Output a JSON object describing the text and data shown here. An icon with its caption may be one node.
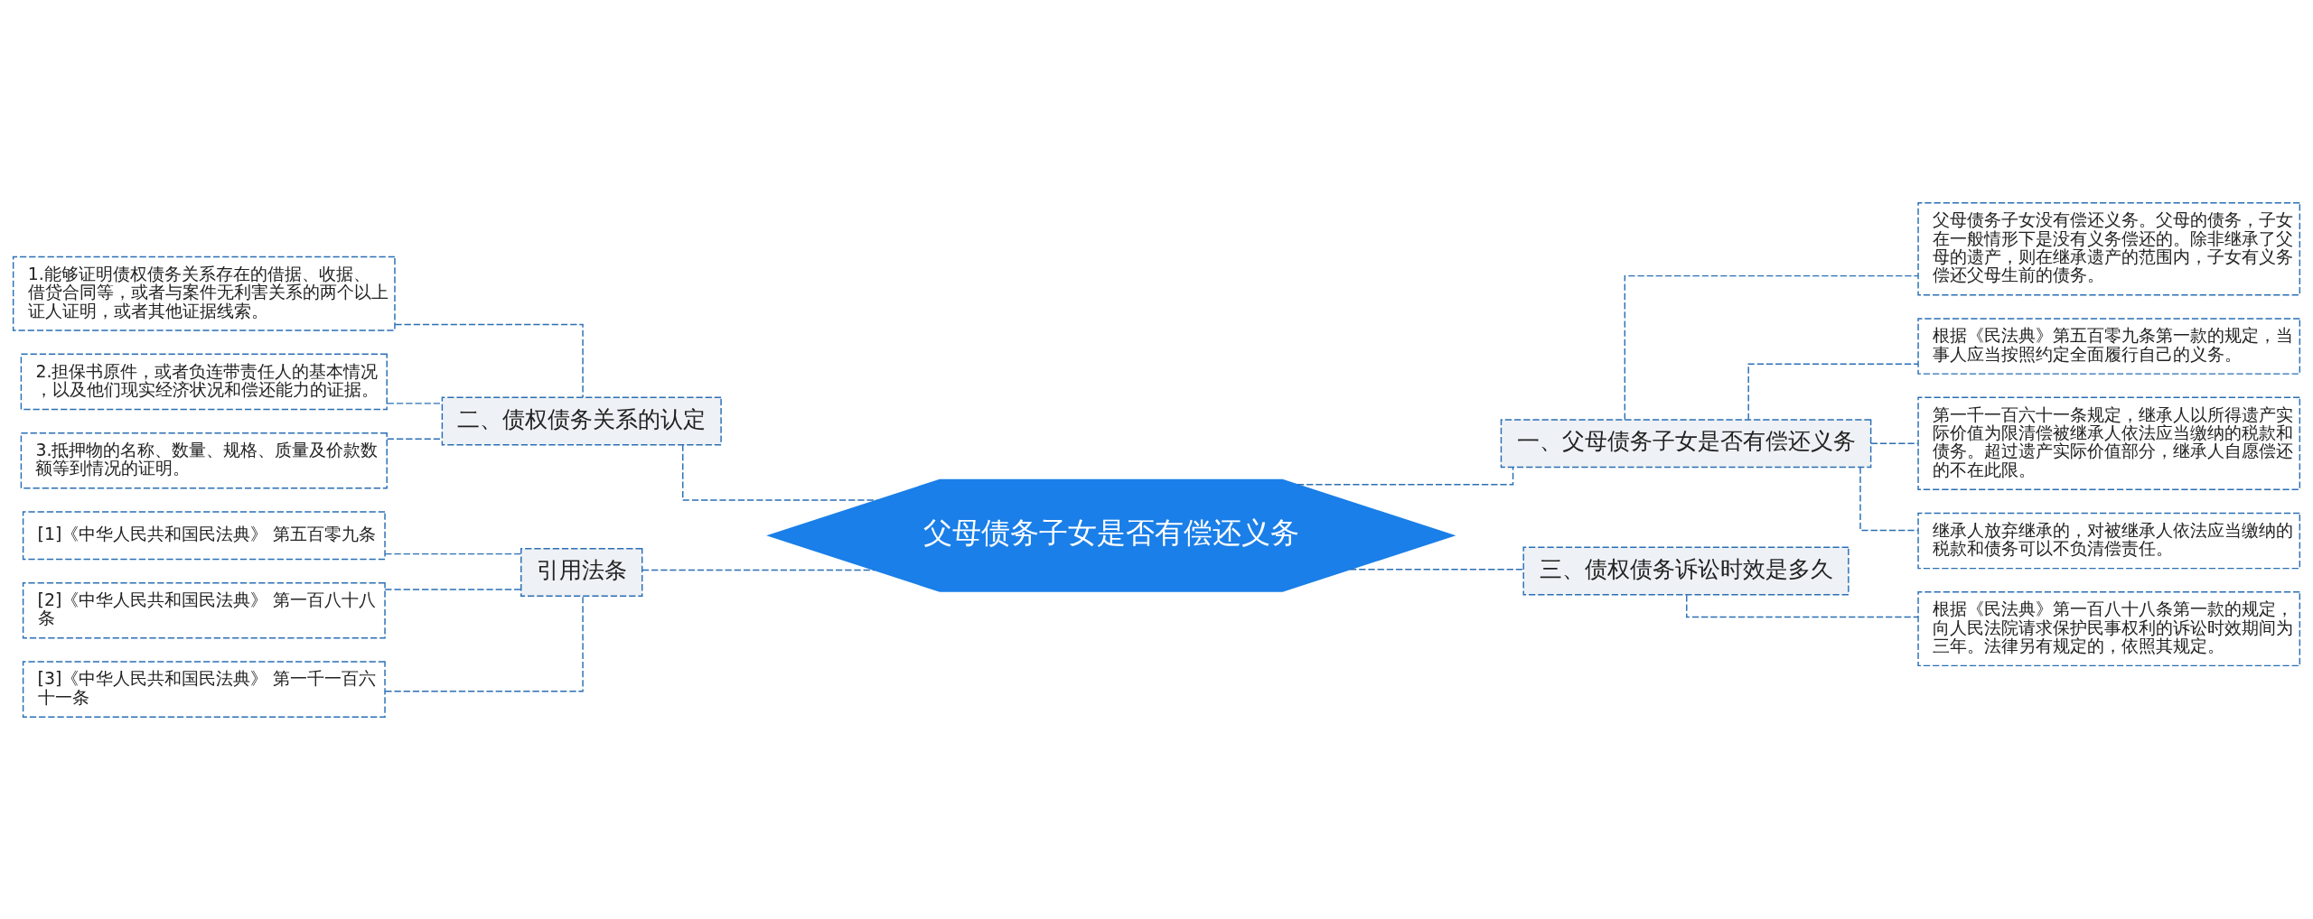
{
  "diagram": {
    "nodes": [
      {
        "text": [
          "父母债务子女是否有偿还义务"
        ]
      },
      {
        "text": [
          "二、债权债务关系的认定"
        ]
      },
      {
        "text": [
          "1.能够证明债权债务关系存在的借据、收据、借贷合同等，或者与案件无利害关系的两个以上证人证明，或者其他证据线索。"
        ]
      },
      {
        "text": [
          "2.担保书原件，或者负连带责任人的基本情况，以及他们现实经济状况和偿还能力的证据。"
        ]
      },
      {
        "text": [
          "3.抵押物的名称、数量、规格、质量及价款数额等到情况的证明。"
        ]
      },
      {
        "text": [
          "引用法条"
        ]
      },
      {
        "text": [
          "[1]《中华人民共和国民法典》 第五百零九条"
        ]
      },
      {
        "text": [
          "[2]《中华人民共和国民法典》 第一百八十八条"
        ]
      },
      {
        "text": [
          "[3]《中华人民共和国民法典》 第一千一百六十一条"
        ]
      },
      {
        "text": [
          "一、父母债务子女是否有偿还义务"
        ]
      },
      {
        "text": [
          "父母债务子女没有偿还义务。父母的债务，子女在一般情形下是没有义务偿还的。除非继承了父母的遗产，则在继承遗产的范围内，子女有义务偿还父母生前的债务。"
        ]
      },
      {
        "text": [
          "根据《民法典》第五百零九条第一款的规定，当事人应当按照约定全面履行自己的义务。"
        ]
      },
      {
        "text": [
          "第一千一百六十一条规定，继承人以所得遗产实际价值为限清偿被继承人依法应当缴纳的税款和债务。超过遗产实际价值部分，继承人自愿偿还的不在此限。"
        ]
      },
      {
        "text": [
          "继承人放弃继承的，对被继承人依法应当缴纳的税款和债务可以不负清偿责任。"
        ]
      },
      {
        "text": [
          "三、债权债务诉讼时效是多久"
        ]
      },
      {
        "text": [
          "根据《民法典》第一百八十八条第一款的规定，向人民法院请求保护民事权利的诉讼时效期间为三年。法律另有规定的，依照其规定。"
        ]
      }
    ],
    "edges": [
      {
        "from": 0,
        "to": 1,
        "arrow": "none",
        "style": "dashed"
      },
      {
        "from": 1,
        "to": 2,
        "arrow": "none",
        "style": "dashed"
      },
      {
        "from": 1,
        "to": 3,
        "arrow": "none",
        "style": "dashed"
      },
      {
        "from": 1,
        "to": 4,
        "arrow": "none",
        "style": "dashed"
      },
      {
        "from": 0,
        "to": 5,
        "arrow": "none",
        "style": "dashed"
      },
      {
        "from": 5,
        "to": 6,
        "arrow": "none",
        "style": "dashed"
      },
      {
        "from": 5,
        "to": 7,
        "arrow": "none",
        "style": "dashed"
      },
      {
        "from": 5,
        "to": 8,
        "arrow": "none",
        "style": "dashed"
      },
      {
        "from": 0,
        "to": 9,
        "arrow": "none",
        "style": "dashed"
      },
      {
        "from": 9,
        "to": 10,
        "arrow": "none",
        "style": "dashed"
      },
      {
        "from": 9,
        "to": 11,
        "arrow": "none",
        "style": "dashed"
      },
      {
        "from": 9,
        "to": 12,
        "arrow": "none",
        "style": "dashed"
      },
      {
        "from": 9,
        "to": 13,
        "arrow": "none",
        "style": "dashed"
      },
      {
        "from": 0,
        "to": 14,
        "arrow": "none",
        "style": "dashed"
      },
      {
        "from": 14,
        "to": 15,
        "arrow": "none",
        "style": "dashed"
      }
    ]
  }
}
